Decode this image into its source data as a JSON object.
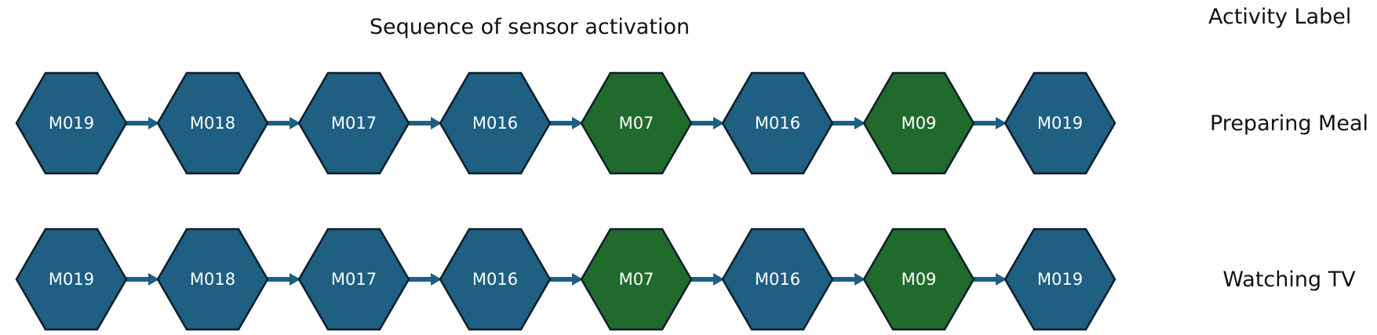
{
  "header": {
    "sequence_title": "Sequence of sensor activation",
    "label_title": "Activity Label"
  },
  "colors": {
    "blue": "#1e5f82",
    "green": "#206a2c",
    "stroke": "#0d1f2a",
    "arrow": "#1e5f82"
  },
  "rows": [
    {
      "label": "Preparing Meal",
      "nodes": [
        {
          "id": "M019",
          "color": "blue"
        },
        {
          "id": "M018",
          "color": "blue"
        },
        {
          "id": "M017",
          "color": "blue"
        },
        {
          "id": "M016",
          "color": "blue"
        },
        {
          "id": "M07",
          "color": "green"
        },
        {
          "id": "M016",
          "color": "blue"
        },
        {
          "id": "M09",
          "color": "green"
        },
        {
          "id": "M019",
          "color": "blue"
        }
      ]
    },
    {
      "label": "Watching TV",
      "nodes": [
        {
          "id": "M019",
          "color": "blue"
        },
        {
          "id": "M018",
          "color": "blue"
        },
        {
          "id": "M017",
          "color": "blue"
        },
        {
          "id": "M016",
          "color": "blue"
        },
        {
          "id": "M07",
          "color": "green"
        },
        {
          "id": "M016",
          "color": "blue"
        },
        {
          "id": "M09",
          "color": "green"
        },
        {
          "id": "M019",
          "color": "blue"
        }
      ]
    }
  ]
}
